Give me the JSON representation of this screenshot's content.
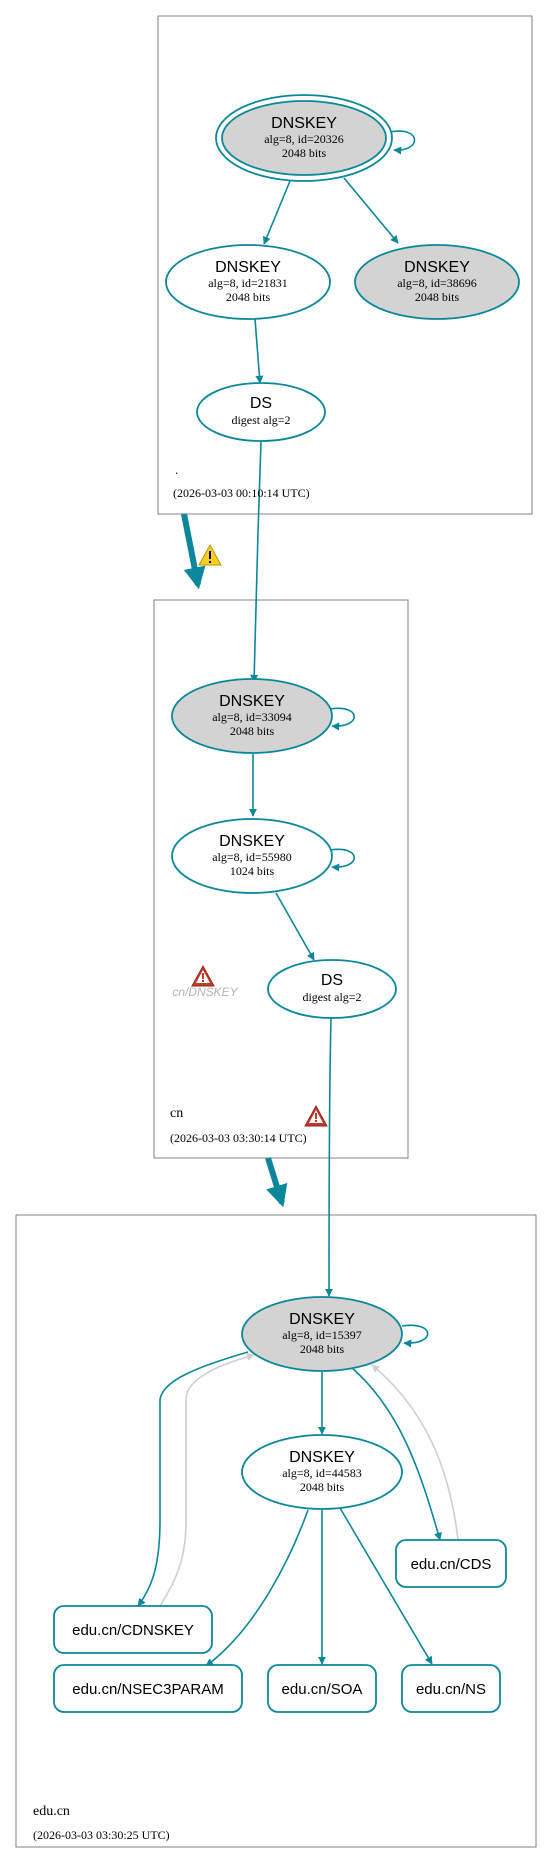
{
  "zones": {
    "root": {
      "name": ".",
      "timestamp": "(2026-03-03 00:10:14 UTC)"
    },
    "cn": {
      "name": "cn",
      "timestamp": "(2026-03-03 03:30:14 UTC)"
    },
    "educn": {
      "name": "edu.cn",
      "timestamp": "(2026-03-03 03:30:25 UTC)"
    }
  },
  "nodes": {
    "root_ksk": {
      "title": "DNSKEY",
      "line1": "alg=8, id=20326",
      "line2": "2048 bits"
    },
    "root_zsk": {
      "title": "DNSKEY",
      "line1": "alg=8, id=21831",
      "line2": "2048 bits"
    },
    "root_ksk2": {
      "title": "DNSKEY",
      "line1": "alg=8, id=38696",
      "line2": "2048 bits"
    },
    "cn_ds": {
      "title": "DS",
      "line1": "digest alg=2"
    },
    "cn_ksk": {
      "title": "DNSKEY",
      "line1": "alg=8, id=33094",
      "line2": "2048 bits"
    },
    "cn_zsk": {
      "title": "DNSKEY",
      "line1": "alg=8, id=55980",
      "line2": "1024 bits"
    },
    "educn_ds": {
      "title": "DS",
      "line1": "digest alg=2"
    },
    "cn_cdnskey": {
      "label": "cn/DNSKEY"
    },
    "educn_ksk": {
      "title": "DNSKEY",
      "line1": "alg=8, id=15397",
      "line2": "2048 bits"
    },
    "educn_zsk": {
      "title": "DNSKEY",
      "line1": "alg=8, id=44583",
      "line2": "2048 bits"
    },
    "educn_cds": {
      "label": "edu.cn/CDS"
    },
    "educn_cdnskey": {
      "label": "edu.cn/CDNSKEY"
    },
    "educn_nsec3param": {
      "label": "edu.cn/NSEC3PARAM"
    },
    "educn_soa": {
      "label": "edu.cn/SOA"
    },
    "educn_ns": {
      "label": "edu.cn/NS"
    }
  },
  "colors": {
    "edge": "#0a879a",
    "inactive_edge": "#cfcfcf",
    "ksk_fill": "#d3d3d3",
    "warning": "#f5d020",
    "error": "#c0392b"
  },
  "icons": [
    "warning-icon",
    "error-icon",
    "error-icon"
  ]
}
